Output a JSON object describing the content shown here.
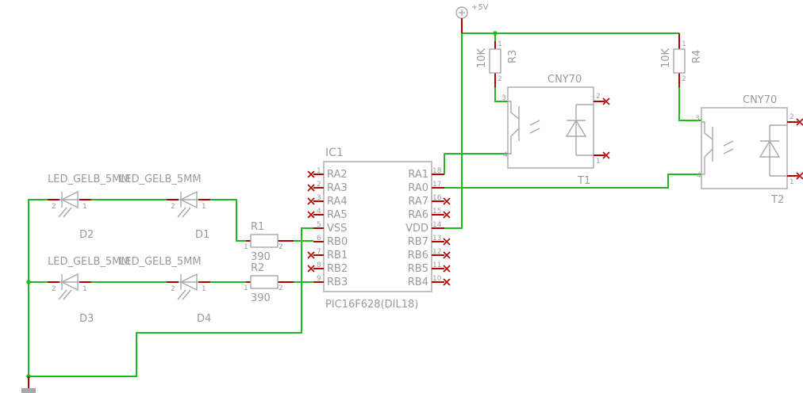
{
  "power": {
    "label": "+5V"
  },
  "ic": {
    "name": "IC1",
    "value": "PIC16F628(DIL18)",
    "left_pins": [
      {
        "label": "RA2",
        "num": "1"
      },
      {
        "label": "RA3",
        "num": "2"
      },
      {
        "label": "RA4",
        "num": "3"
      },
      {
        "label": "RA5",
        "num": "4"
      },
      {
        "label": "VSS",
        "num": "5"
      },
      {
        "label": "RB0",
        "num": "6"
      },
      {
        "label": "RB1",
        "num": "7"
      },
      {
        "label": "RB2",
        "num": "8"
      },
      {
        "label": "RB3",
        "num": "9"
      }
    ],
    "right_pins": [
      {
        "label": "RA1",
        "num": "18"
      },
      {
        "label": "RA0",
        "num": "17"
      },
      {
        "label": "RA7",
        "num": "16"
      },
      {
        "label": "RA6",
        "num": "15"
      },
      {
        "label": "VDD",
        "num": "14"
      },
      {
        "label": "RB7",
        "num": "13"
      },
      {
        "label": "RB6",
        "num": "12"
      },
      {
        "label": "RB5",
        "num": "11"
      },
      {
        "label": "RB4",
        "num": "10"
      }
    ]
  },
  "resistors": {
    "r1": {
      "name": "R1",
      "value": "390",
      "p1": "1",
      "p2": "2"
    },
    "r2": {
      "name": "R2",
      "value": "390",
      "p1": "1",
      "p2": "2"
    },
    "r3": {
      "name": "R3",
      "value": "10K",
      "p1": "1",
      "p2": "2"
    },
    "r4": {
      "name": "R4",
      "value": "10K",
      "p1": "1",
      "p2": "2"
    }
  },
  "leds": {
    "d1": {
      "name": "D1",
      "value": "LED_GELB_5MM",
      "p_left": "2",
      "p_right": "1"
    },
    "d2": {
      "name": "D2",
      "value": "LED_GELB_5MM",
      "p_left": "2",
      "p_right": "1"
    },
    "d3": {
      "name": "D3",
      "value": "LED_GELB_5MM",
      "p_left": "2",
      "p_right": "1"
    },
    "d4": {
      "name": "D4",
      "value": "LED_GELB_5MM",
      "p_left": "2",
      "p_right": "1"
    }
  },
  "optos": {
    "t1": {
      "name": "T1",
      "value": "CNY70",
      "p3": "3",
      "p4": "4",
      "p2": "2",
      "p1": "1"
    },
    "t2": {
      "name": "T2",
      "value": "CNY70",
      "p3": "3",
      "p4": "4",
      "p2": "2",
      "p1": "1"
    }
  },
  "colors": {
    "wire": "#22b822",
    "pin": "#b30000",
    "body": "#a8a8a8",
    "text": "#9a9a9a"
  }
}
